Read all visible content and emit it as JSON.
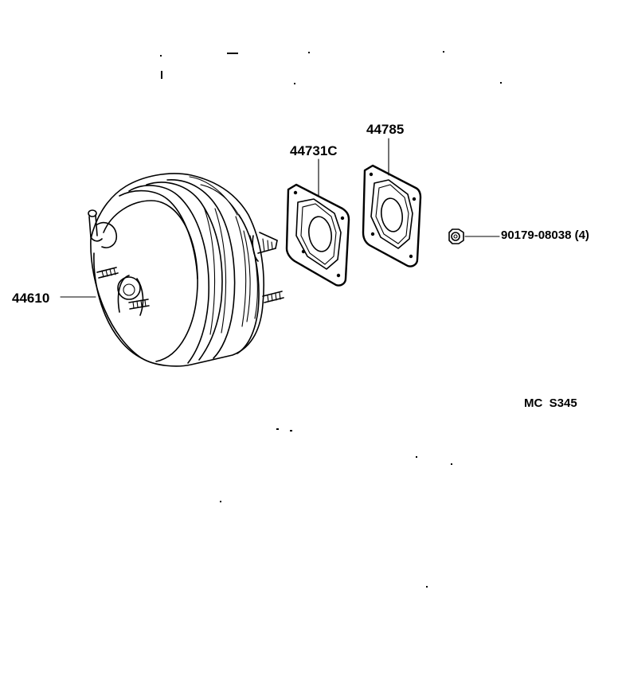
{
  "diagram": {
    "parts": [
      {
        "id": "booster",
        "number": "44610"
      },
      {
        "id": "gasket",
        "number": "44731C"
      },
      {
        "id": "plate",
        "number": "44785"
      },
      {
        "id": "nut",
        "number": "90179-08038 (4)"
      }
    ],
    "code": "MC  S345"
  }
}
